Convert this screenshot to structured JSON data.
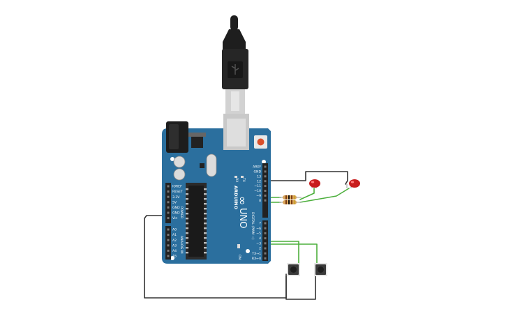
{
  "board": {
    "model_text": "UNO",
    "brand_text": "ARDUINO",
    "logo_symbol": "∞",
    "on_label": "ON",
    "tx_label": "TX",
    "rx_label": "RX",
    "l_label": "L",
    "digital_header_label": "DIGITAL (PWM ~)",
    "power_header_label": "POWER",
    "analog_header_label": "ANALOG IN",
    "digital_pins_top": [
      "AREF",
      "GND",
      "13",
      "12",
      "~11",
      "~10",
      "~9",
      "8"
    ],
    "digital_pins_bottom": [
      "7",
      "~6",
      "~5",
      "4",
      "~3",
      "2",
      "TX→1",
      "RX←0"
    ],
    "power_pins": [
      "IOREF",
      "RESET",
      "3.3V",
      "5V",
      "GND",
      "GND",
      "Vin"
    ],
    "analog_pins": [
      "A0",
      "A1",
      "A2",
      "A3",
      "A4",
      "A5"
    ],
    "colors": {
      "pcb": "#2b6f9e",
      "header": "#222222",
      "usb_metal": "#c9c9c9",
      "reset": "#d94f2b"
    }
  },
  "components": {
    "led_color": "#c81c1c",
    "resistor_body": "#d9a55a",
    "button_body": "#3a3a3a",
    "wire_green": "#4caf3c",
    "wire_black": "#333333"
  }
}
